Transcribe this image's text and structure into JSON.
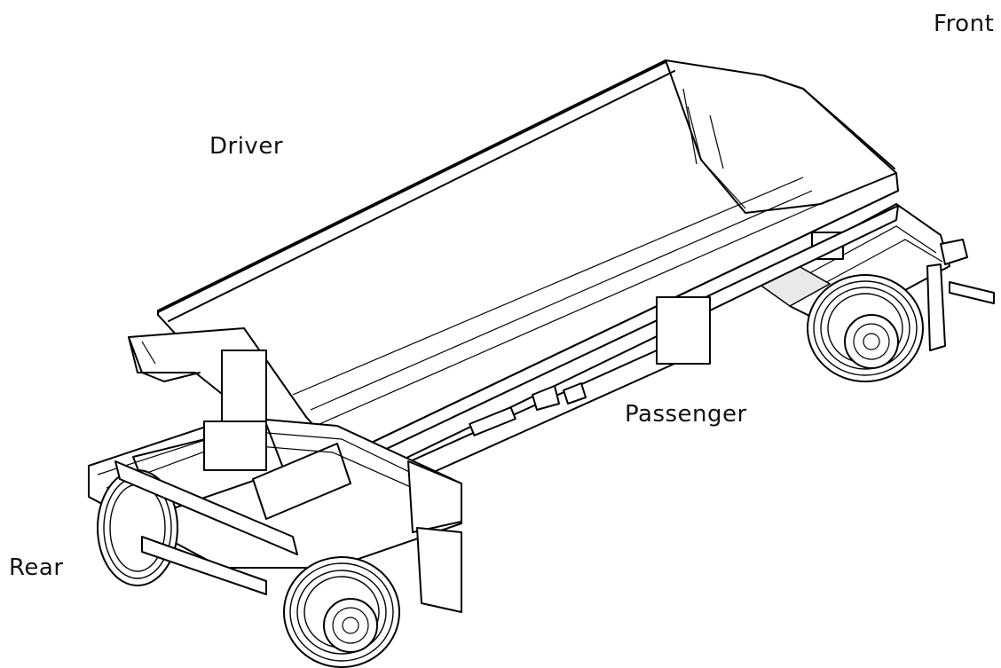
{
  "labels": {
    "front": "Front",
    "driver": "Driver",
    "passenger": "Passenger",
    "rear": "Rear"
  }
}
